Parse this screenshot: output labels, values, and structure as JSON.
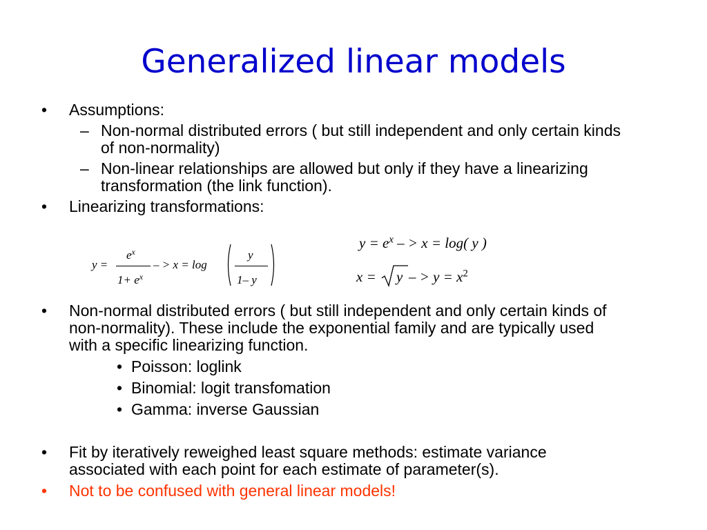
{
  "slide": {
    "title": "Generalized linear models",
    "colors": {
      "title": "#0000cc",
      "text": "#000000",
      "highlight": "#ff3300"
    },
    "bullets": {
      "b1": "Assumptions:",
      "b1_s1_l1": "Non-normal distributed errors ( but still independent and only certain kinds",
      "b1_s1_l2": "of non-normality)",
      "b1_s2_l1": "Non-linear relationships are allowed but only if they have a linearizing",
      "b1_s2_l2": "transformation (the link function).",
      "b2": "Linearizing transformations:",
      "b3_l1": "Non-normal distributed errors ( but still independent and only certain kinds of",
      "b3_l2": "non-normality). These include the exponential family and are typically used",
      "b3_l3": "with a specific linearizing function.",
      "b3_items": [
        "Poisson: loglink",
        "Binomial: logit transfomation",
        "Gamma: inverse Gaussian"
      ],
      "b4_l1": "Fit by iteratively reweighed least square methods: estimate variance",
      "b4_l2": "associated with each point for each estimate of parameter(s).",
      "b5": "Not to be confused with general linear models!"
    },
    "markers": {
      "bullet": "•",
      "dash": "–"
    },
    "formulas": {
      "logistic": {
        "lhs": "y =",
        "num": "e",
        "num_sup": "x",
        "den": "1+ e",
        "den_sup": "x",
        "arrow": "– > x = log",
        "paren_num": "y",
        "paren_den": "1– y"
      },
      "exp": {
        "left": "y = e",
        "sup": "x",
        "right": "– > x = log( y )"
      },
      "sqrt": {
        "left": "x =",
        "rad": "y",
        "right": "– > y = x",
        "sup": "2"
      }
    }
  }
}
